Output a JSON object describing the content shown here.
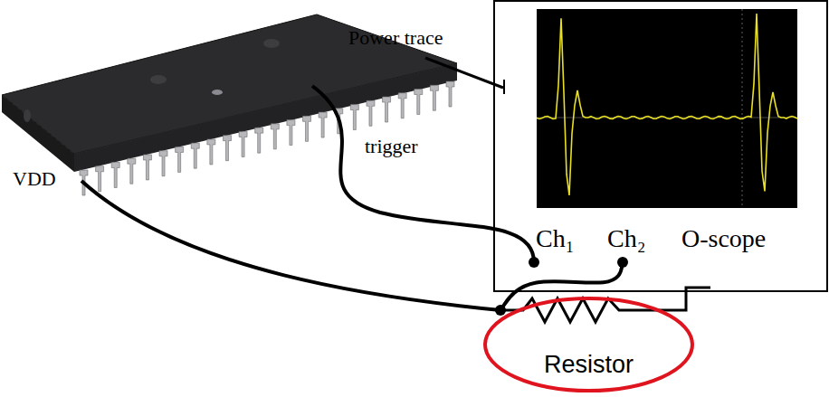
{
  "diagram": {
    "nodes": [
      {
        "text": [
          "Ch₁",
          "Ch₂",
          "O-scope"
        ]
      },
      {
        "text": [
          "Resistor"
        ]
      }
    ],
    "edges": [
      {
        "from": 1,
        "to": 0,
        "arrow": "none"
      }
    ],
    "labels": [
      "Power trace",
      "trigger",
      "VDD"
    ]
  }
}
